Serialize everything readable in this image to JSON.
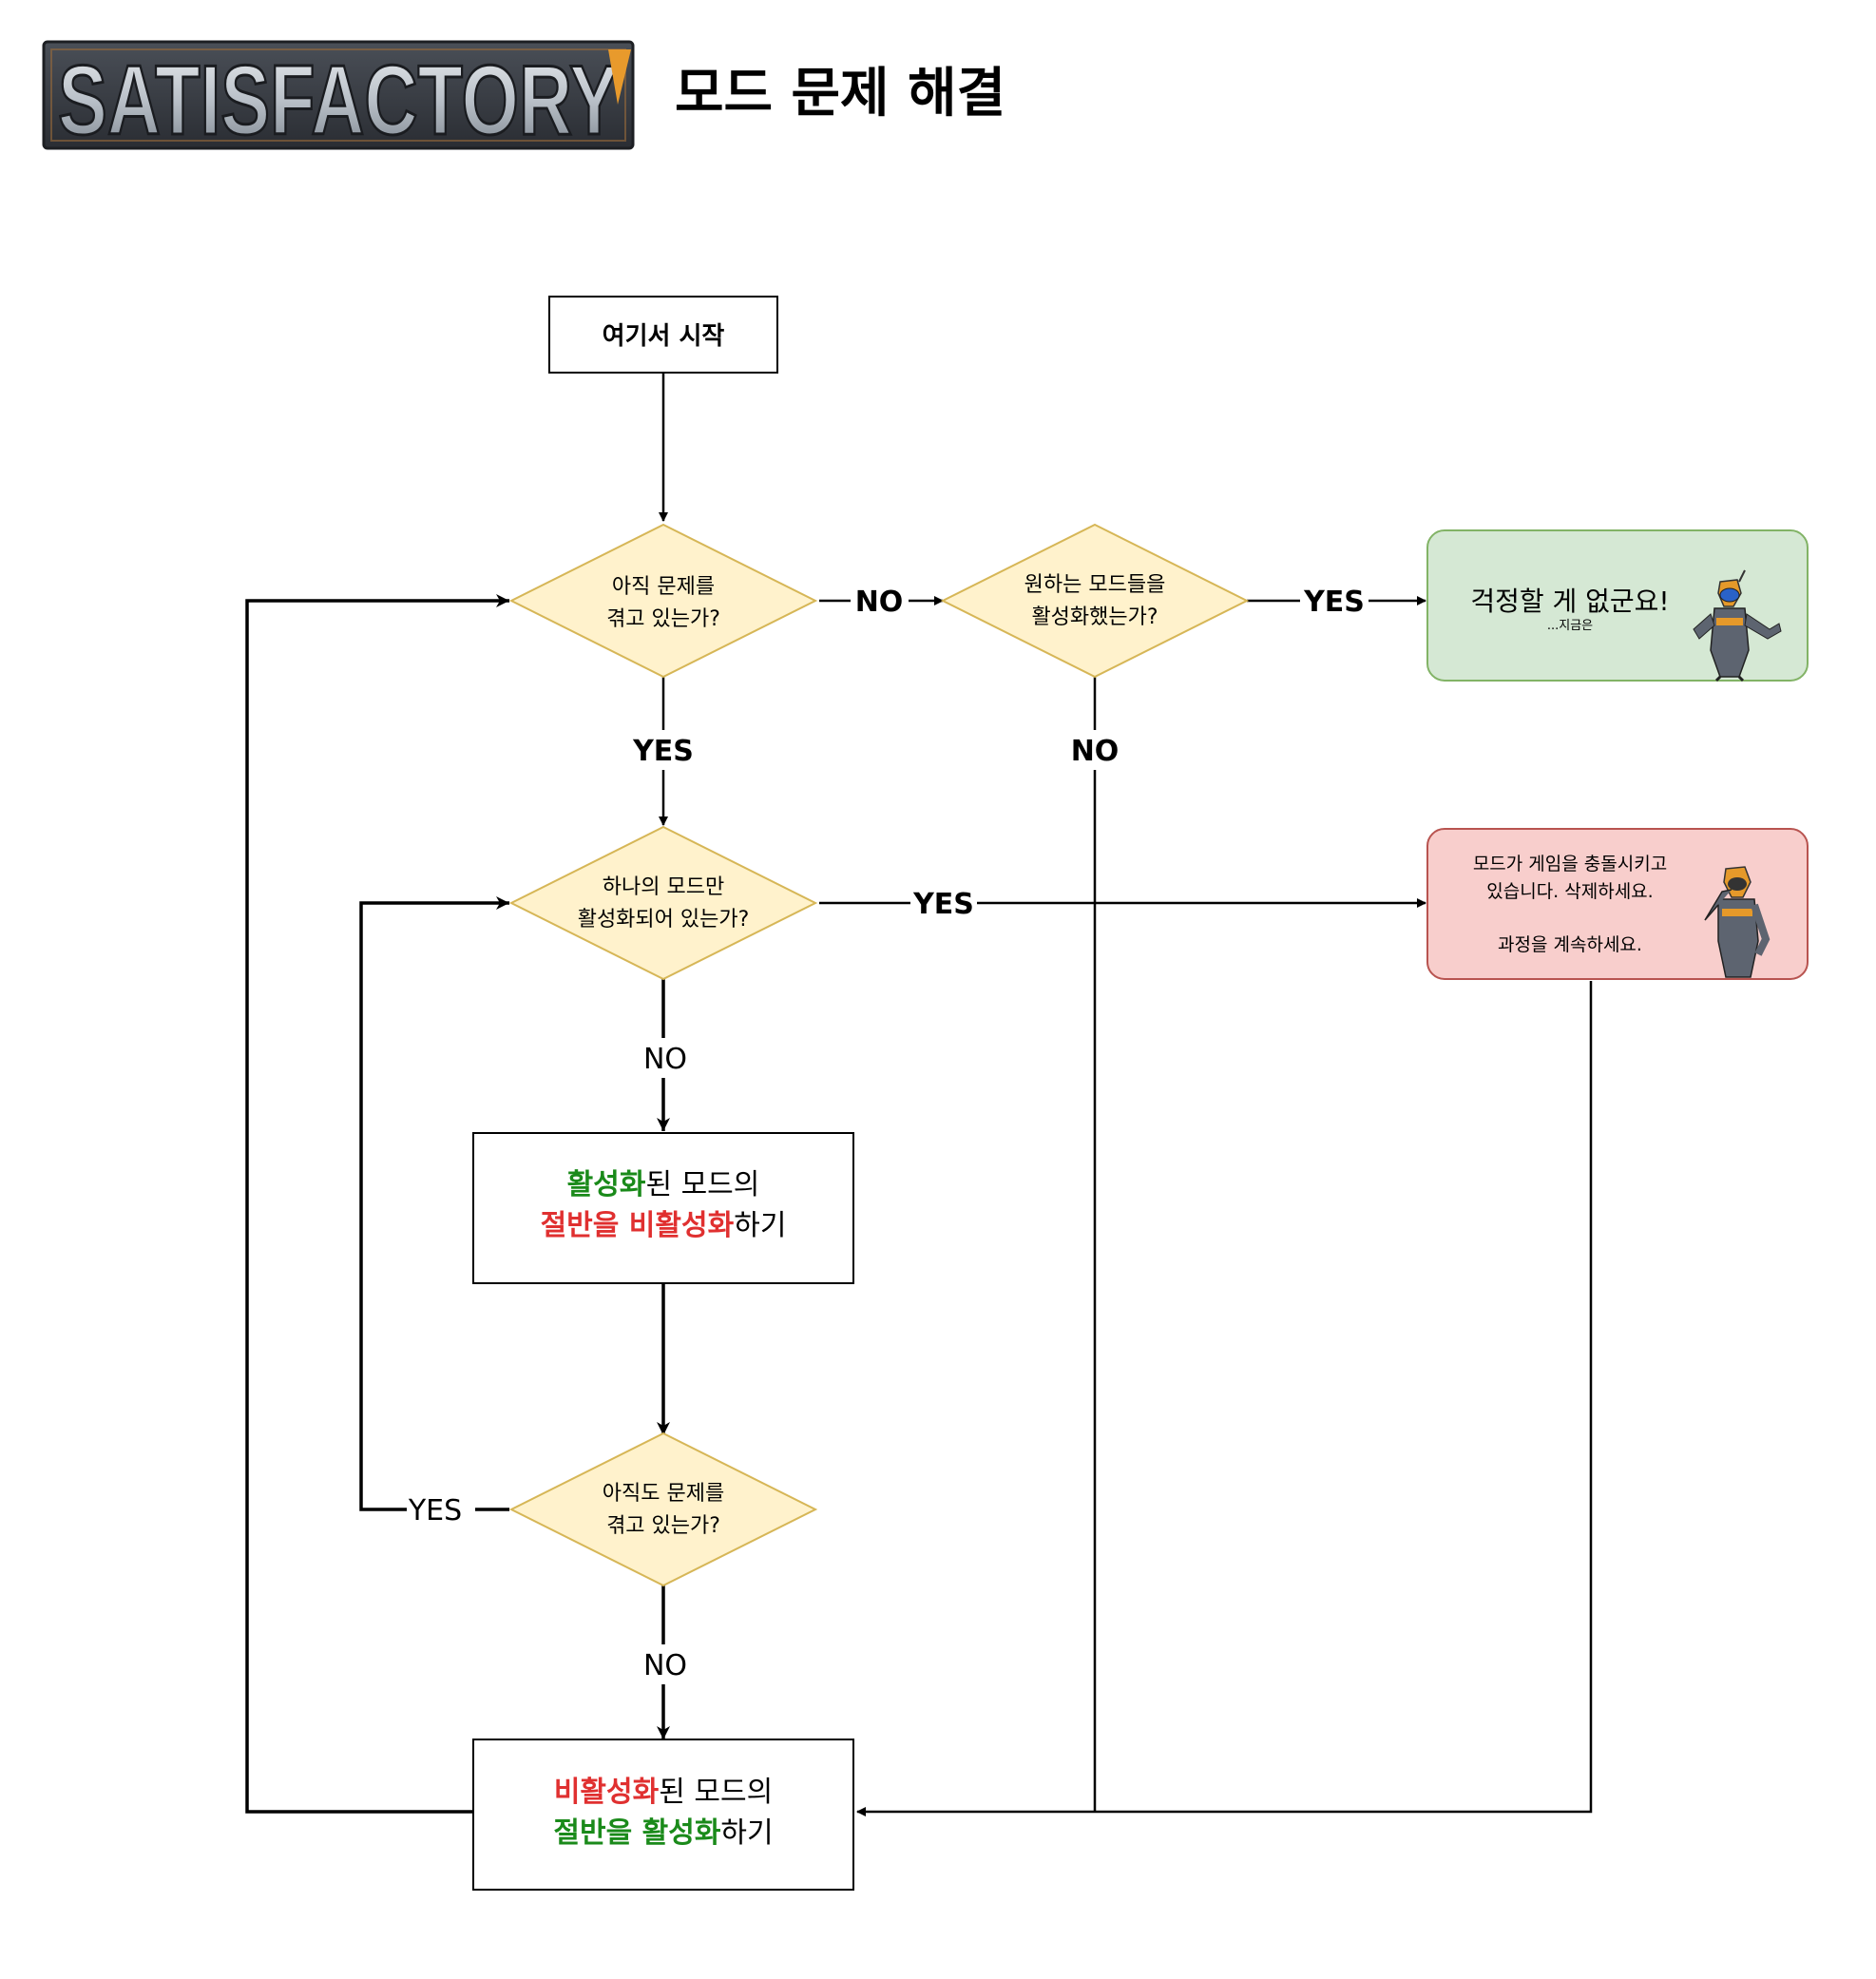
{
  "header": {
    "logo_text": "SATISFACTORY",
    "title": "모드 문제 해결"
  },
  "nodes": {
    "start": {
      "text": "여기서 시작"
    },
    "q_still_problem": {
      "line1": "아직 문제를",
      "line2": "겪고 있는가?"
    },
    "q_enabled_wanted": {
      "line1": "원하는 모드들을",
      "line2": "활성화했는가?"
    },
    "result_no_worry": {
      "title": "걱정할 게 없군요!",
      "subtitle": "...지금은"
    },
    "q_one_mod": {
      "line1": "하나의 모드만",
      "line2": "활성화되어 있는가?"
    },
    "result_crash": {
      "line1": "모드가 게임을 충돌시키고",
      "line2": "있습니다. 삭제하세요.",
      "line3": "과정을 계속하세요."
    },
    "box_disable_half": {
      "l1_a": "활성화",
      "l1_b": "된 모드의",
      "l2_a": "절반을 비활성화",
      "l2_b": "하기"
    },
    "q_still_problem2": {
      "line1": "아직도 문제를",
      "line2": "겪고 있는가?"
    },
    "box_enable_half": {
      "l1_a": "비활성화",
      "l1_b": "된 모드의",
      "l2_a": "절반을 활성화",
      "l2_b": "하기"
    }
  },
  "edges": {
    "no1": "NO",
    "yes1": "YES",
    "no_right": "NO",
    "yes_right": "YES",
    "yes_mid": "YES",
    "no_mid": "NO",
    "yes_loop": "YES",
    "no_bottom": "NO"
  },
  "colors": {
    "diamond_fill": "#fff2cc",
    "diamond_stroke": "#d6b656",
    "green_fill": "#d5e8d4",
    "green_stroke": "#82b366",
    "red_fill": "#f8cecc",
    "red_stroke": "#b85450",
    "text_green": "#1a8a1a",
    "text_red": "#e03030"
  },
  "icons": {
    "character": "pioneer-character-icon"
  }
}
